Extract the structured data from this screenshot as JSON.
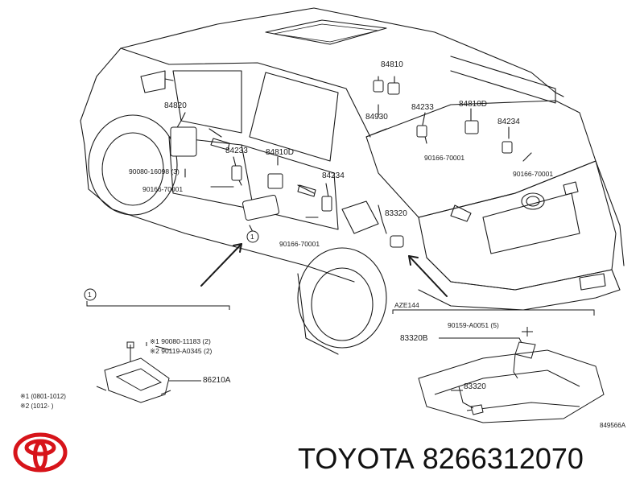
{
  "diagram": {
    "part_labels": {
      "p84810_top": "84810",
      "p84930": "84930",
      "p84820": "84820",
      "p84233_rear": "84233",
      "p84810d_rear": "84810D",
      "p84234_rear": "84234",
      "p90166_rear_left": "90166-70001",
      "p90166_rear_right": "90166-70001",
      "p90080_16098": "90080-16098 (3)",
      "p90166_front": "90166-70001",
      "p84233_side": "84233",
      "p84810d_side": "84810D",
      "p84234_side": "84234",
      "p83320_top": "83320",
      "p90166_bottom": "90166-70001",
      "callout_1_main": "1",
      "callout_1_box": "1",
      "ref_90080_11183": "※1 90080-11183 (2)",
      "ref_90119_a0345": "※2 90119-A0345 (2)",
      "p86210a": "86210A",
      "note1": "※1 (0801-1012)",
      "note2": "※2 (1012-      )",
      "aze144": "AZE144",
      "p90159_a0051": "90159-A0051 (5)",
      "p83320b": "83320B",
      "p83320_box": "83320",
      "figure_code": "849566A"
    }
  },
  "brand": {
    "name": "TOYOTA",
    "part_number": "8266312070"
  },
  "colors": {
    "line": "#1a1a1a",
    "logo_red": "#d7141a"
  }
}
